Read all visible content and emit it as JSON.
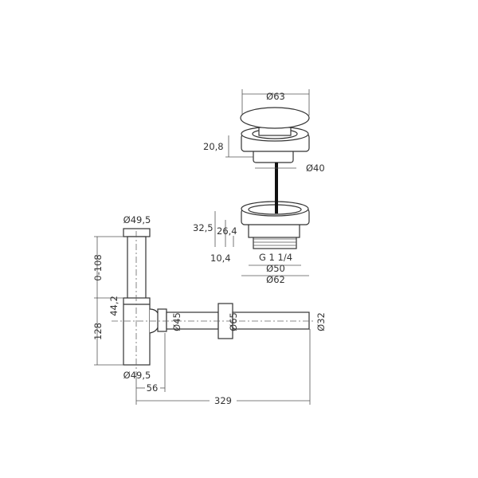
{
  "waste": {
    "dia_cap": "Ø63",
    "height_cap": "20,8",
    "dia_body": "Ø40",
    "height_total": "32,5",
    "height_body": "26,4",
    "height_thread": "10,4",
    "thread": "G 1 1/4",
    "dia_thread": "Ø50",
    "dia_flange": "Ø62"
  },
  "trap": {
    "dia_top": "Ø49,5",
    "adjust_range": "0-108",
    "height_band": "44,2",
    "height_body": "128",
    "dia_bottom": "Ø49,5",
    "dia_outlet": "Ø45",
    "dia_rosette": "Ø65",
    "dia_pipe": "Ø32",
    "offset_outlet": "56",
    "length_total": "329"
  }
}
